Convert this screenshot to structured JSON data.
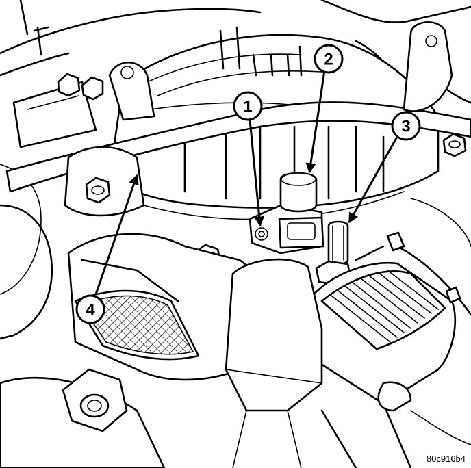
{
  "callouts": [
    {
      "id": "1"
    },
    {
      "id": "2"
    },
    {
      "id": "3"
    },
    {
      "id": "4"
    }
  ],
  "figure_code": "80c916b4",
  "colors": {
    "line": "#000000",
    "background": "#ffffff"
  }
}
